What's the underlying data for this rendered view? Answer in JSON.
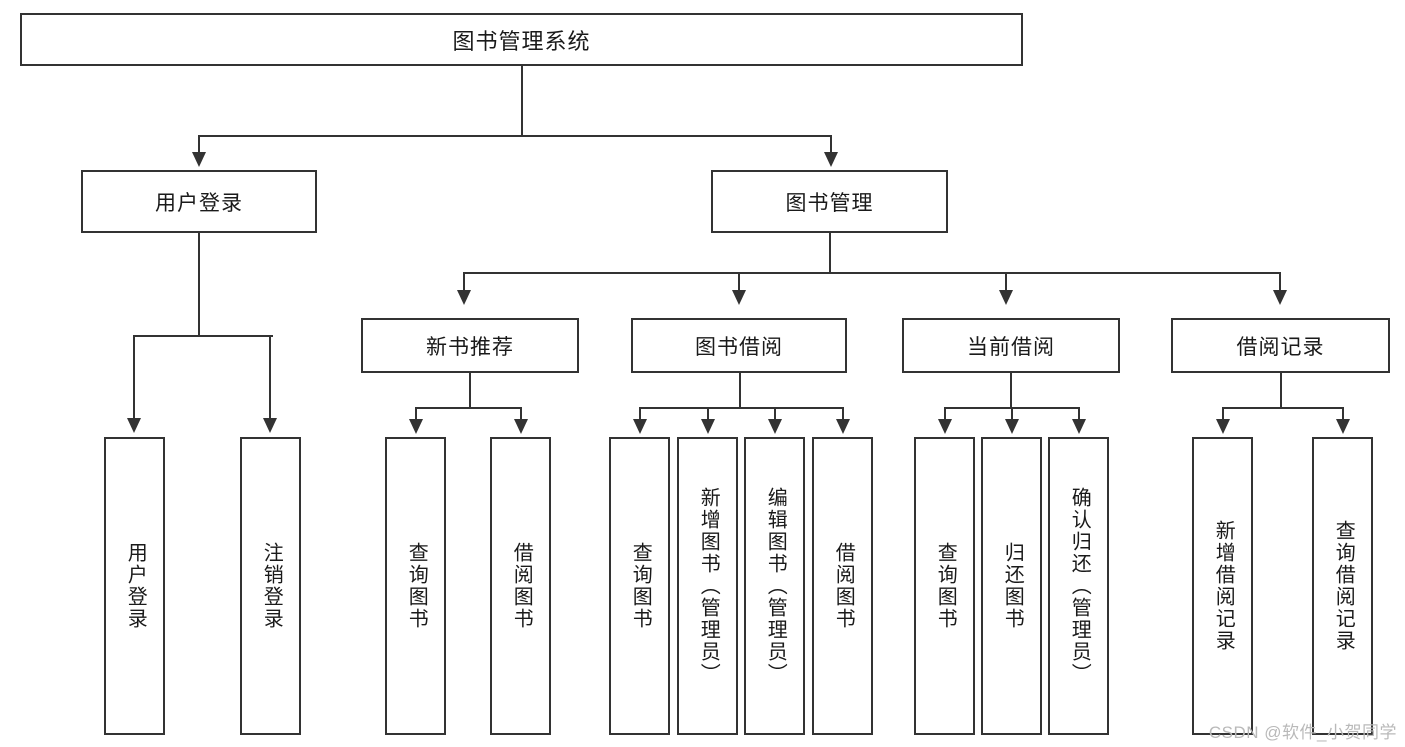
{
  "diagram": {
    "type": "tree-hierarchy",
    "title": "图书管理系统",
    "watermark": "CSDN @软件_小贺同学",
    "colors": {
      "border": "#333333",
      "background": "#ffffff",
      "text": "#1a1a1a",
      "watermark": "#b9b9b9"
    },
    "levels": {
      "level1": [
        "图书管理系统"
      ],
      "level2": [
        "用户登录",
        "图书管理"
      ],
      "level3": [
        "新书推荐",
        "图书借阅",
        "当前借阅",
        "借阅记录"
      ],
      "level4": [
        "用户登录",
        "注销登录",
        "查询图书",
        "借阅图书",
        "查询图书",
        "新增图书（管理员）",
        "编辑图书（管理员）",
        "借阅图书",
        "查询图书",
        "归还图书",
        "确认归还（管理员）",
        "新增借阅记录",
        "查询借阅记录"
      ]
    },
    "nodes": {
      "root": {
        "label": "图书管理系统"
      },
      "user_login": {
        "label": "用户登录"
      },
      "book_manage": {
        "label": "图书管理"
      },
      "new_book_rec": {
        "label": "新书推荐"
      },
      "book_borrow": {
        "label": "图书借阅"
      },
      "current_borrow": {
        "label": "当前借阅"
      },
      "borrow_record": {
        "label": "借阅记录"
      },
      "leaf_user_login": {
        "label": "用户登录"
      },
      "leaf_logout": {
        "label": "注销登录"
      },
      "leaf_query_book_1": {
        "label": "查询图书"
      },
      "leaf_borrow_book_1": {
        "label": "借阅图书"
      },
      "leaf_query_book_2": {
        "label": "查询图书"
      },
      "leaf_add_book": {
        "label": "新增图书（管理员）"
      },
      "leaf_edit_book": {
        "label": "编辑图书（管理员）"
      },
      "leaf_borrow_book_2": {
        "label": "借阅图书"
      },
      "leaf_query_book_3": {
        "label": "查询图书"
      },
      "leaf_return_book": {
        "label": "归还图书"
      },
      "leaf_confirm_return": {
        "label": "确认归还（管理员）"
      },
      "leaf_add_record": {
        "label": "新增借阅记录"
      },
      "leaf_query_record": {
        "label": "查询借阅记录"
      }
    },
    "edges": [
      {
        "from": "图书管理系统",
        "to": "用户登录"
      },
      {
        "from": "图书管理系统",
        "to": "图书管理"
      },
      {
        "from": "用户登录",
        "to": "用户登录"
      },
      {
        "from": "用户登录",
        "to": "注销登录"
      },
      {
        "from": "图书管理",
        "to": "新书推荐"
      },
      {
        "from": "图书管理",
        "to": "图书借阅"
      },
      {
        "from": "图书管理",
        "to": "当前借阅"
      },
      {
        "from": "图书管理",
        "to": "借阅记录"
      },
      {
        "from": "新书推荐",
        "to": "查询图书"
      },
      {
        "from": "新书推荐",
        "to": "借阅图书"
      },
      {
        "from": "图书借阅",
        "to": "查询图书"
      },
      {
        "from": "图书借阅",
        "to": "新增图书（管理员）"
      },
      {
        "from": "图书借阅",
        "to": "编辑图书（管理员）"
      },
      {
        "from": "图书借阅",
        "to": "借阅图书"
      },
      {
        "from": "当前借阅",
        "to": "查询图书"
      },
      {
        "from": "当前借阅",
        "to": "归还图书"
      },
      {
        "from": "当前借阅",
        "to": "确认归还（管理员）"
      },
      {
        "from": "借阅记录",
        "to": "新增借阅记录"
      },
      {
        "from": "借阅记录",
        "to": "查询借阅记录"
      }
    ]
  }
}
